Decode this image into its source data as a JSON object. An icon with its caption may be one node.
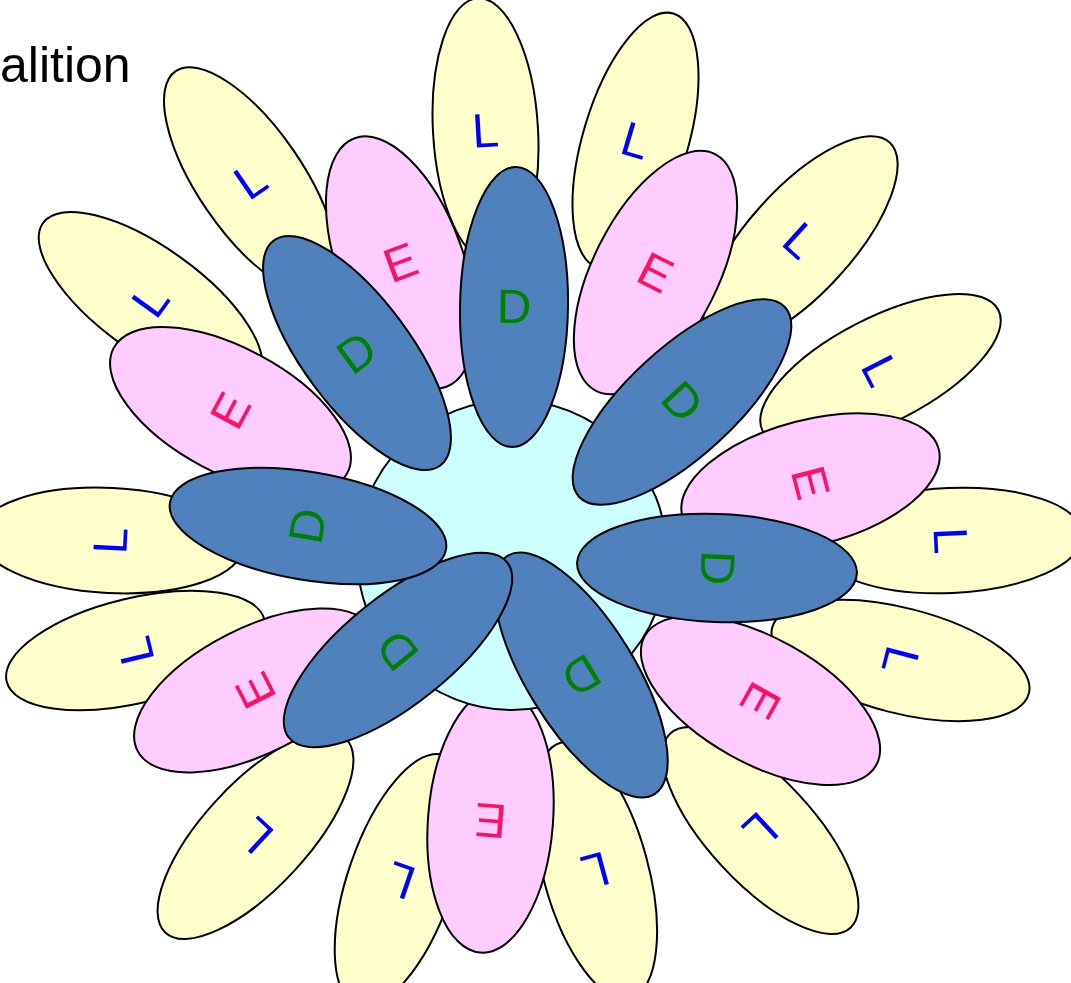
{
  "diagram": {
    "nodes": [
      {
        "text": [],
        "shape": "circle"
      },
      {
        "text": [
          "D"
        ]
      },
      {
        "text": [
          "D"
        ]
      },
      {
        "text": [
          "D"
        ]
      },
      {
        "text": [
          "D"
        ]
      },
      {
        "text": [
          "D"
        ]
      },
      {
        "text": [
          "D"
        ]
      },
      {
        "text": [
          "D"
        ]
      },
      {
        "text": [
          "E"
        ]
      },
      {
        "text": [
          "E"
        ]
      },
      {
        "text": [
          "E"
        ]
      },
      {
        "text": [
          "E"
        ]
      },
      {
        "text": [
          "E"
        ]
      },
      {
        "text": [
          "E"
        ]
      },
      {
        "text": [
          "E"
        ]
      },
      {
        "text": [
          "L"
        ]
      },
      {
        "text": [
          "L"
        ]
      },
      {
        "text": [
          "L"
        ]
      },
      {
        "text": [
          "L"
        ]
      },
      {
        "text": [
          "L"
        ]
      },
      {
        "text": [
          "L"
        ]
      },
      {
        "text": [
          "L"
        ]
      },
      {
        "text": [
          "L"
        ]
      },
      {
        "text": [
          "L"
        ]
      },
      {
        "text": [
          "L"
        ]
      },
      {
        "text": [
          "L"
        ]
      },
      {
        "text": [
          "L"
        ]
      },
      {
        "text": [
          "L"
        ]
      },
      {
        "text": [
          "L"
        ]
      }
    ],
    "labels": [
      "alition"
    ]
  }
}
